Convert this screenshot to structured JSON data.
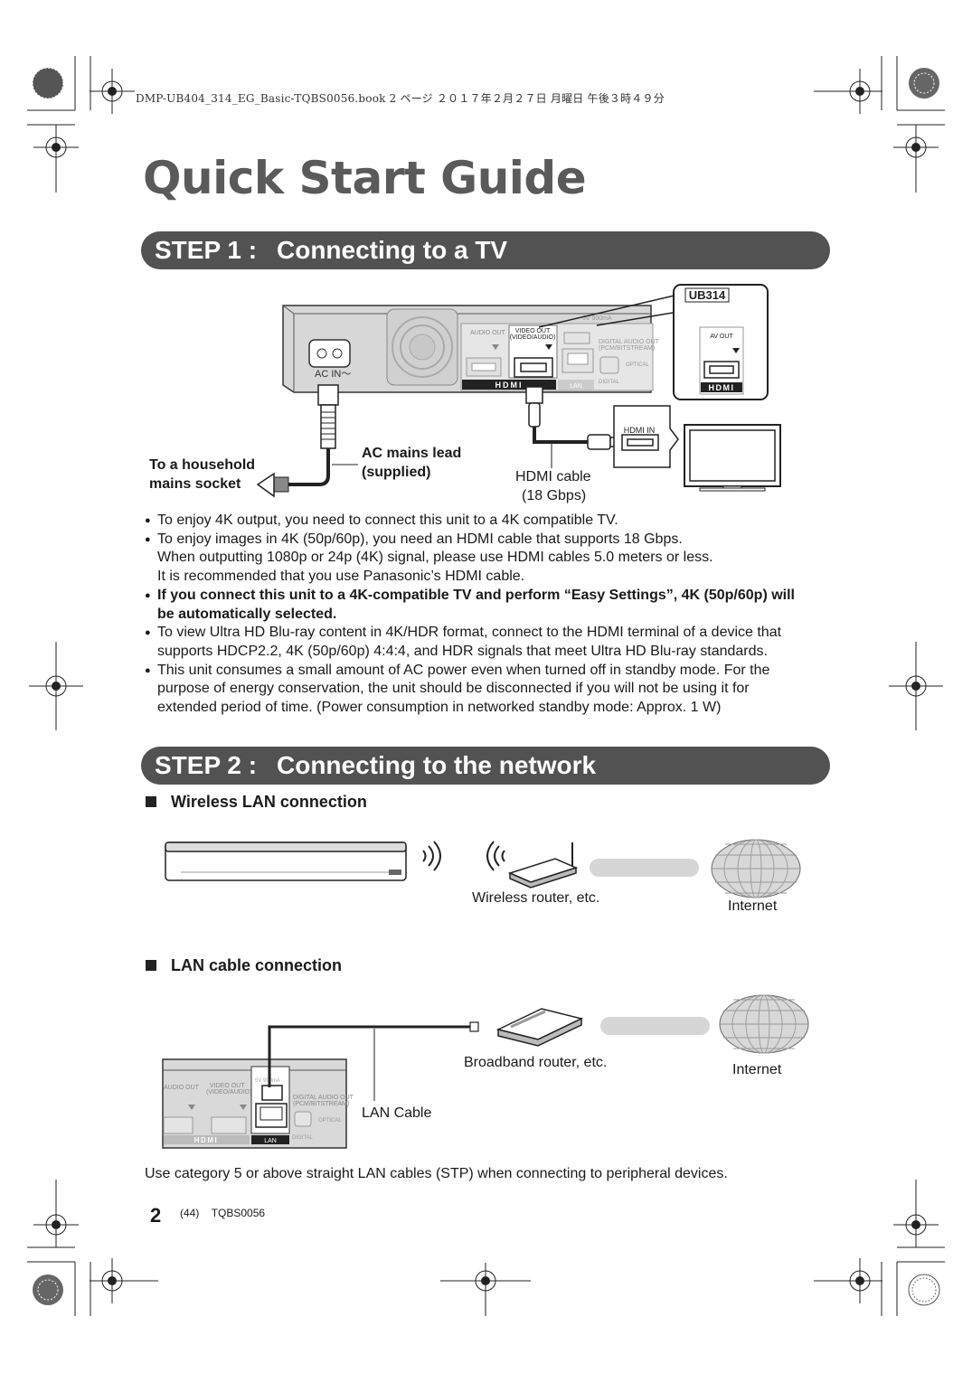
{
  "header": {
    "file_line": "DMP-UB404_314_EG_Basic-TQBS0056.book  2 ページ  ２０１７年２月２７日  月曜日  午後３時４９分"
  },
  "title": "Quick Start Guide",
  "step1": {
    "number": "STEP 1 :",
    "title": "Connecting to a TV",
    "diagram": {
      "model_badge": "UB314",
      "panel_av_out": "AV OUT",
      "panel_hdmi_logo": "HDMI",
      "ac_in": "AC IN～",
      "audio_out": "AUDIO OUT",
      "video_out_1": "VIDEO OUT",
      "video_out_2": "(VIDEO/AUDIO)",
      "usb_spec": "5V 900mA",
      "lan_port": "LAN",
      "digital_audio_1": "DIGITAL AUDIO OUT",
      "digital_audio_2": "(PCM/BITSTREAM)",
      "optical": "OPTICAL",
      "dolby_text": "DIGITAL",
      "hdmi_logo": "HDMI",
      "hdmi_in": "HDMI IN",
      "label_socket_1": "To a household",
      "label_socket_2": "mains socket",
      "label_lead_1": "AC mains lead",
      "label_lead_2": "(supplied)",
      "label_hdmi_1": "HDMI cable",
      "label_hdmi_2": "(18 Gbps)"
    },
    "bullets": [
      {
        "lines": [
          "To enjoy 4K output, you need to connect this unit to a 4K compatible TV."
        ]
      },
      {
        "lines": [
          "To enjoy images in 4K (50p/60p), you need an HDMI cable that supports 18 Gbps.",
          "When outputting 1080p or 24p (4K) signal, please use HDMI cables 5.0 meters or less.",
          "It is recommended that you use Panasonic’s HDMI cable."
        ]
      },
      {
        "lines": [
          "If you connect this unit to a 4K-compatible TV and perform “Easy Settings”, 4K (50p/60p) will",
          "be automatically selected."
        ]
      },
      {
        "lines": [
          "To view Ultra HD Blu-ray content in 4K/HDR format, connect to the HDMI terminal of a device that",
          "supports HDCP2.2, 4K (50p/60p) 4:4:4, and HDR signals that meet Ultra HD Blu-ray standards."
        ]
      },
      {
        "lines": [
          "This unit consumes a small amount of AC power even when turned off in standby mode. For the",
          "purpose of energy conservation, the unit should be disconnected if you will not be using it for",
          "extended period of time. (Power consumption in networked standby mode: Approx. 1 W)"
        ]
      }
    ]
  },
  "step2": {
    "number": "STEP 2 :",
    "title": "Connecting to the network",
    "wireless": {
      "heading": "Wireless LAN connection",
      "router_label": "Wireless router, etc.",
      "internet_label": "Internet"
    },
    "lan": {
      "heading": "LAN cable connection",
      "router_label": "Broadband router, etc.",
      "internet_label": "Internet",
      "cable_label": "LAN Cable",
      "panel_audio_out": "AUDIO OUT",
      "panel_video_out_1": "VIDEO OUT",
      "panel_video_out_2": "(VIDEO/AUDIO)",
      "panel_usb_spec": "5V 900mA",
      "panel_digital_1": "DIGITAL AUDIO OUT",
      "panel_digital_2": "(PCM/BITSTREAM)",
      "panel_optical": "OPTICAL",
      "panel_dolby": "DIGITAL",
      "panel_hdmi_logo": "HDMI",
      "panel_lan": "LAN"
    },
    "footnote": "Use category 5 or above straight LAN cables (STP) when connecting to peripheral devices."
  },
  "footer": {
    "page_number": "2",
    "page_ref": "(44)",
    "doc_code": "TQBS0056"
  }
}
